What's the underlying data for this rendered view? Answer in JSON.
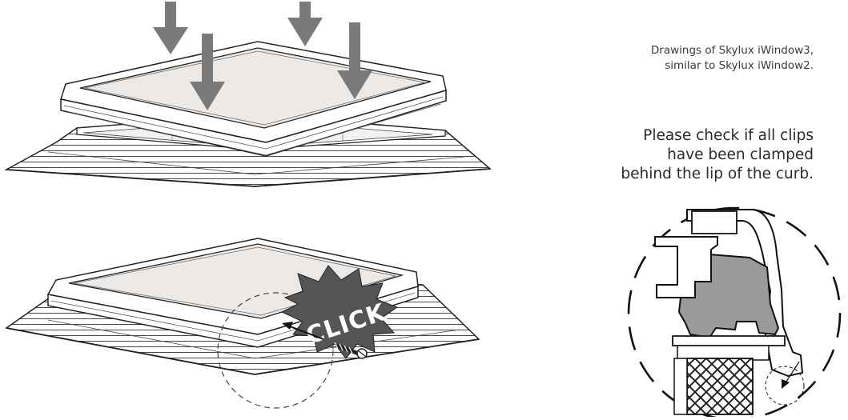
{
  "caption_small": {
    "line1": "Drawings of Skylux iWindow3,",
    "line2": "similar to Skylux iWindow2."
  },
  "caption_large": {
    "line1": "Please check if all clips",
    "line2": "have been clamped",
    "line3": "behind the lip of the curb."
  },
  "click_label": "CLICK",
  "colors": {
    "arrow": "#7a7a7a",
    "line": "#222222",
    "glass": "#ece9e6",
    "burst": "#555555",
    "profile": "#9a9a9a"
  },
  "icons": [
    "down-arrow-icon",
    "click-burst-icon",
    "screw-icon",
    "magnify-circle-icon"
  ]
}
